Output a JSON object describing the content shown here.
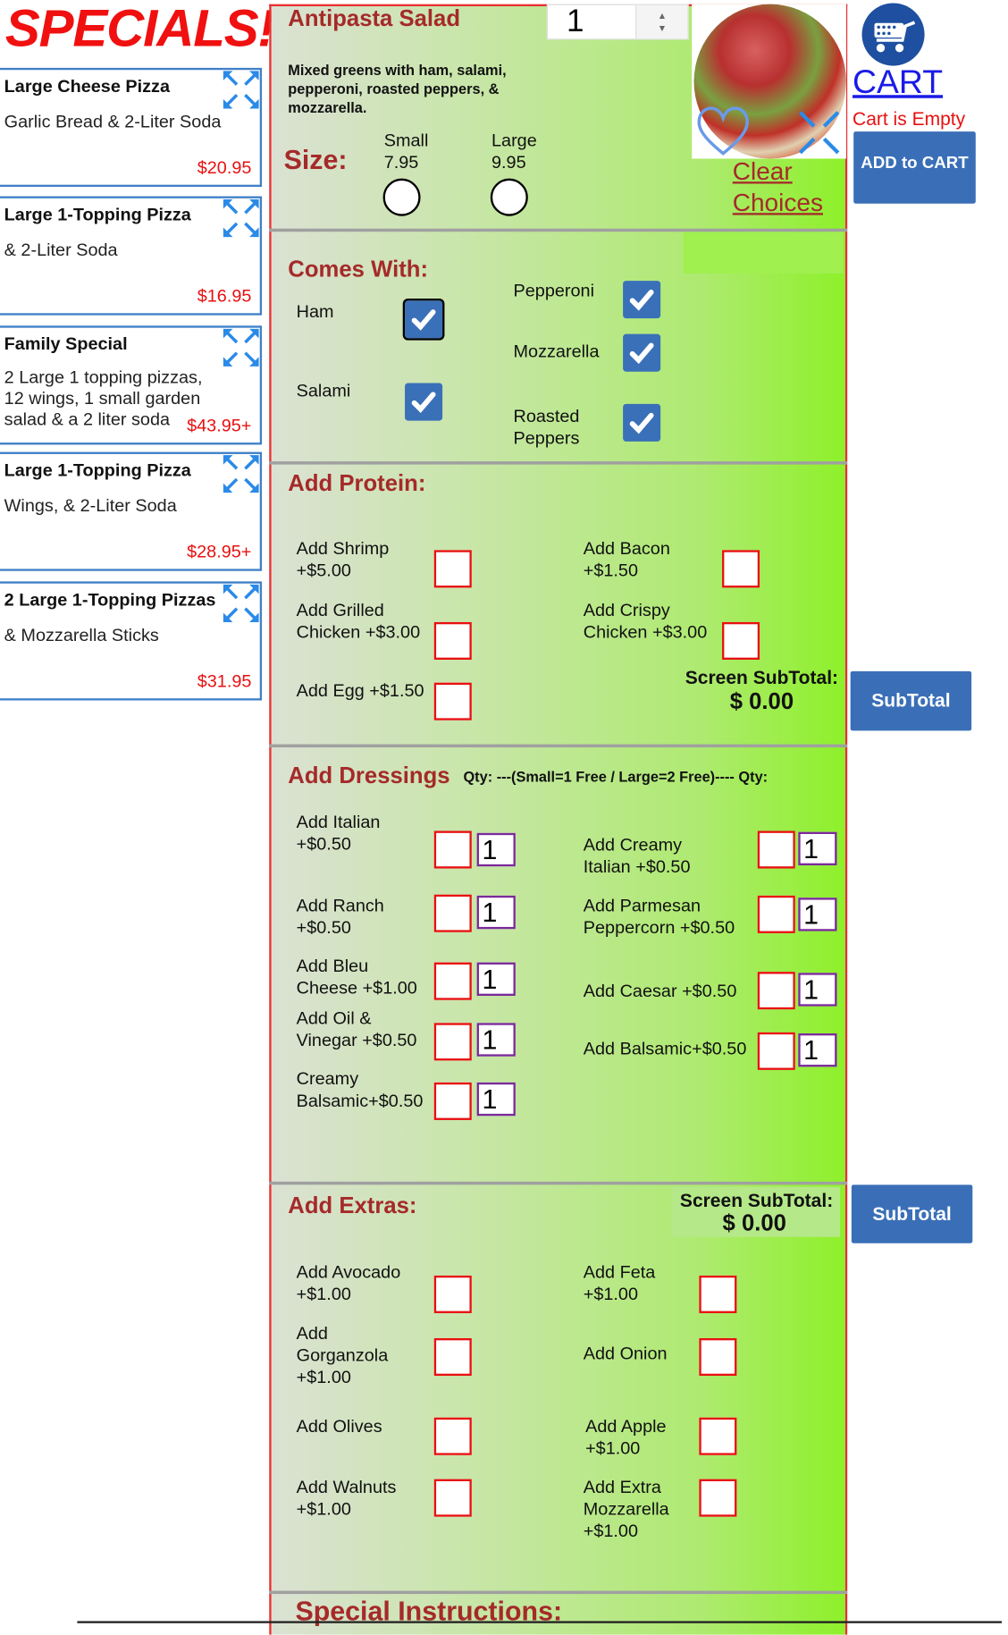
{
  "specials_title": "SPECIALS!",
  "specials": [
    {
      "title": "Large Cheese Pizza",
      "desc": "Garlic Bread  & 2-Liter Soda",
      "price": "$20.95"
    },
    {
      "title": "Large 1-Topping Pizza",
      "desc": "& 2-Liter Soda",
      "price": "$16.95"
    },
    {
      "title": "Family Special",
      "desc": "2 Large 1 topping pizzas, 12 wings, 1 small garden salad & a 2 liter soda",
      "price": "$43.95+"
    },
    {
      "title": "Large 1-Topping Pizza",
      "desc": "Wings, & 2-Liter Soda",
      "price": "$28.95+"
    },
    {
      "title": "2 Large 1-Topping Pizzas",
      "desc": "& Mozzarella Sticks",
      "price": "$31.95"
    }
  ],
  "product": {
    "title": "Antipasta Salad",
    "quantity": "1",
    "description": "Mixed greens with ham, salami, pepperoni, roasted peppers, & mozzarella.",
    "size_label": "Size:",
    "sizes": [
      {
        "name": "Small",
        "price": "7.95"
      },
      {
        "name": "Large",
        "price": "9.95"
      }
    ],
    "clear_1": "Clear",
    "clear_2": "Choices"
  },
  "cart": {
    "label": "CART",
    "status": "Cart is Empty",
    "add_button": "ADD to CART"
  },
  "comes_with": {
    "heading": "Comes With:",
    "items": [
      "Ham",
      "Salami",
      "Pepperoni",
      "Mozzarella",
      "Roasted Peppers"
    ]
  },
  "protein": {
    "heading": "Add Protein:",
    "items": [
      "Add Shrimp +$5.00",
      "Add Bacon +$1.50",
      "Add Grilled Chicken +$3.00",
      "Add Crispy Chicken +$3.00",
      "Add Egg +$1.50"
    ]
  },
  "subtotal": {
    "label": "Screen SubTotal:",
    "value": "$ 0.00",
    "button": "SubTotal"
  },
  "dressings": {
    "heading": "Add Dressings",
    "qty_note": "Qty: ---(Small=1 Free / Large=2 Free)---- Qty:",
    "items": [
      {
        "label": "Add Italian +$0.50",
        "qty": "1"
      },
      {
        "label": "Add Ranch +$0.50",
        "qty": "1"
      },
      {
        "label": "Add Bleu Cheese +$1.00",
        "qty": "1"
      },
      {
        "label": "Add Oil & Vinegar +$0.50",
        "qty": "1"
      },
      {
        "label": "Creamy Balsamic+$0.50",
        "qty": "1"
      },
      {
        "label": "Add Creamy Italian +$0.50",
        "qty": "1"
      },
      {
        "label": "Add Parmesan Peppercorn +$0.50",
        "qty": "1"
      },
      {
        "label": "Add Caesar +$0.50",
        "qty": "1"
      },
      {
        "label": "Add Balsamic+$0.50",
        "qty": "1"
      }
    ]
  },
  "extras": {
    "heading": "Add Extras:",
    "items": [
      "Add Avocado +$1.00",
      "Add Feta +$1.00",
      "Add Gorganzola +$1.00",
      "Add Onion",
      "Add Olives",
      "Add Apple +$1.00",
      "Add Walnuts +$1.00",
      "Add Extra Mozzarella +$1.00"
    ]
  },
  "special_instructions": "Special Instructions:",
  "colors": {
    "accent": "#a52a2a",
    "price": "#e81010",
    "button": "#3a6fb8",
    "border": "#e83030"
  }
}
